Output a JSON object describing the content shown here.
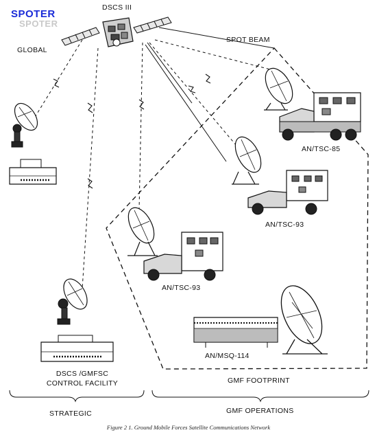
{
  "watermark": {
    "primary": "SPOTER",
    "shadow": "SPOTER"
  },
  "labels": {
    "satellite": "DSCS III",
    "global": "GLOBAL",
    "spot_beam": "SPOT BEAM",
    "terminal_1": "AN/TSC-85",
    "terminal_2": "AN/TSC-93",
    "terminal_3": "AN/TSC-93",
    "terminal_4": "AN/MSQ-114",
    "control_line1": "DSCS /GMFSC",
    "control_line2": "CONTROL FACILITY",
    "footprint": "GMF FOOTPRINT",
    "strategic": "STRATEGIC",
    "operations": "GMF OPERATIONS"
  },
  "caption": "Figure 2 1. Ground Mobile Forces Satellite Communications Network",
  "colors": {
    "ink": "#111111",
    "watermark": "#1a2bd8",
    "watermark_shadow": "#c9c9c9"
  }
}
